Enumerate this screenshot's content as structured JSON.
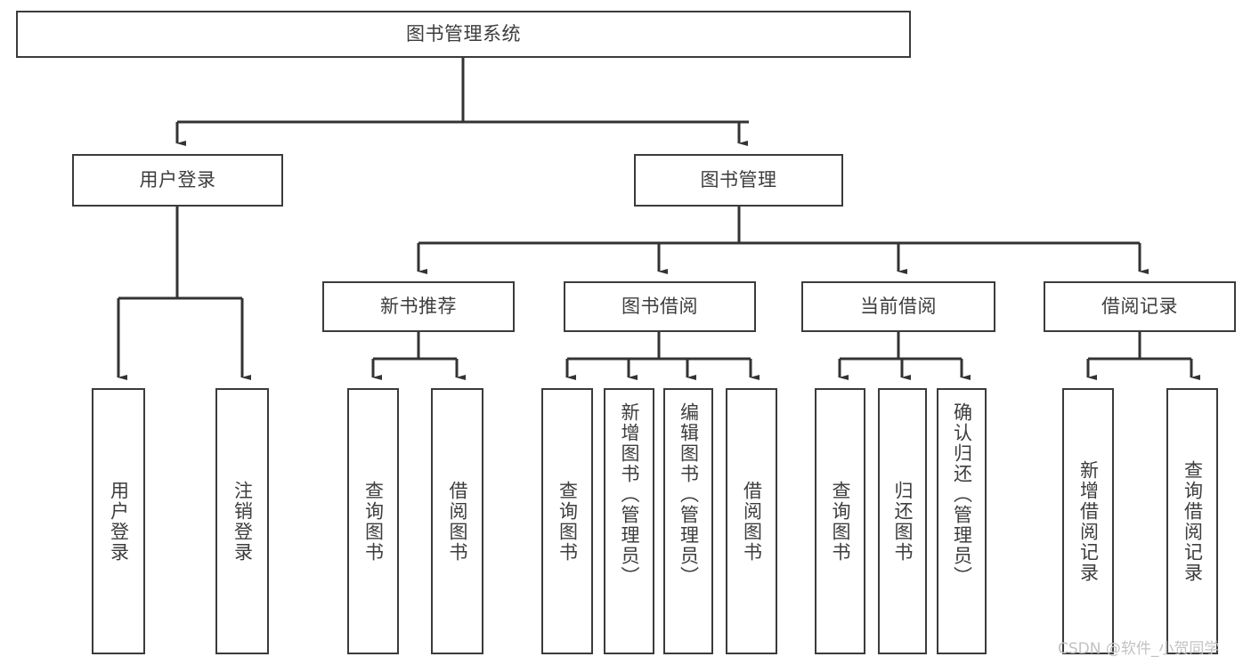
{
  "diagram": {
    "title": "图书管理系统",
    "type": "tree-hierarchy",
    "watermark": "CSDN @软件_小贺同学",
    "colors": {
      "background": "#ffffff",
      "border": "#3b3b3b",
      "text": "#3d3d3d",
      "connector": "#333333",
      "watermark": "#c2c2c2"
    },
    "nodes": {
      "root": {
        "label": "图书管理系统"
      },
      "level2": [
        {
          "id": "user-login",
          "label": "用户登录"
        },
        {
          "id": "book-management",
          "label": "图书管理"
        }
      ],
      "level3": [
        {
          "id": "new-book-recommend",
          "label": "新书推荐"
        },
        {
          "id": "book-borrow",
          "label": "图书借阅"
        },
        {
          "id": "current-borrow",
          "label": "当前借阅"
        },
        {
          "id": "borrow-record",
          "label": "借阅记录"
        }
      ],
      "leaves": {
        "user-login": [
          {
            "id": "leaf-user-login",
            "label": "用户登录"
          },
          {
            "id": "leaf-logout-login",
            "label": "注销登录"
          }
        ],
        "new-book-recommend": [
          {
            "id": "leaf-query-book-1",
            "label": "查询图书"
          },
          {
            "id": "leaf-borrow-book-1",
            "label": "借阅图书"
          }
        ],
        "book-borrow": [
          {
            "id": "leaf-query-book-2",
            "label": "查询图书"
          },
          {
            "id": "leaf-add-book",
            "label": "新增图书（管理员）"
          },
          {
            "id": "leaf-edit-book",
            "label": "编辑图书（管理员）"
          },
          {
            "id": "leaf-borrow-book-2",
            "label": "借阅图书"
          }
        ],
        "current-borrow": [
          {
            "id": "leaf-query-book-3",
            "label": "查询图书"
          },
          {
            "id": "leaf-return-book",
            "label": "归还图书"
          },
          {
            "id": "leaf-confirm-return",
            "label": "确认归还（管理员）"
          }
        ],
        "borrow-record": [
          {
            "id": "leaf-add-record",
            "label": "新增借阅记录"
          },
          {
            "id": "leaf-query-record",
            "label": "查询借阅记录"
          }
        ]
      }
    }
  }
}
